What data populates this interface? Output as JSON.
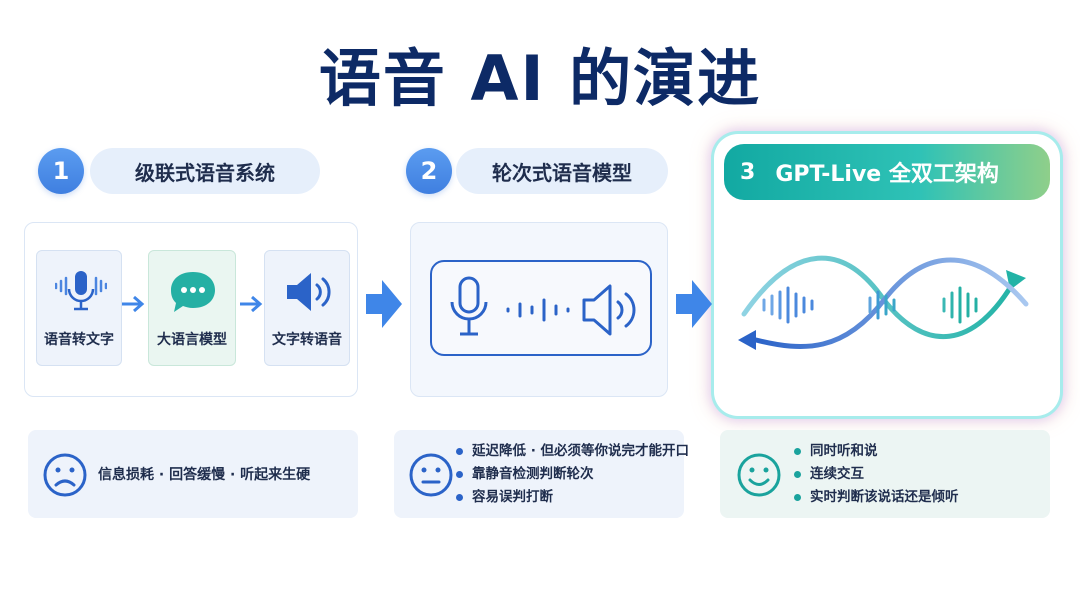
{
  "title": "语音 AI 的演进",
  "steps": [
    {
      "number": "1",
      "label": "级联式语音系统"
    },
    {
      "number": "2",
      "label": "轮次式语音模型"
    },
    {
      "number": "3",
      "label": "GPT-Live 全双工架构"
    }
  ],
  "pipeline": [
    {
      "label": "语音转文字",
      "icon": "microphone-wave-icon"
    },
    {
      "label": "大语言模型",
      "icon": "chat-bubble-icon"
    },
    {
      "label": "文字转语音",
      "icon": "speaker-icon"
    }
  ],
  "notes": {
    "cascade": {
      "face": "sad-face-icon",
      "text": "信息损耗 · 回答缓慢 · 听起来生硬"
    },
    "turn_based": {
      "face": "neutral-face-icon",
      "items": [
        "延迟降低 · 但必须等你说完才能开口",
        "靠静音检测判断轮次",
        "容易误判打断"
      ]
    },
    "full_duplex": {
      "face": "happy-face-icon",
      "items": [
        "同时听和说",
        "连续交互",
        "实时判断该说话还是倾听"
      ]
    }
  },
  "colors": {
    "title": "#0d2a66",
    "accent_blue": "#2b63c8",
    "arrow_blue": "#3f86e8",
    "teal": "#1aa39d",
    "pill_bg": "#e6effb"
  }
}
